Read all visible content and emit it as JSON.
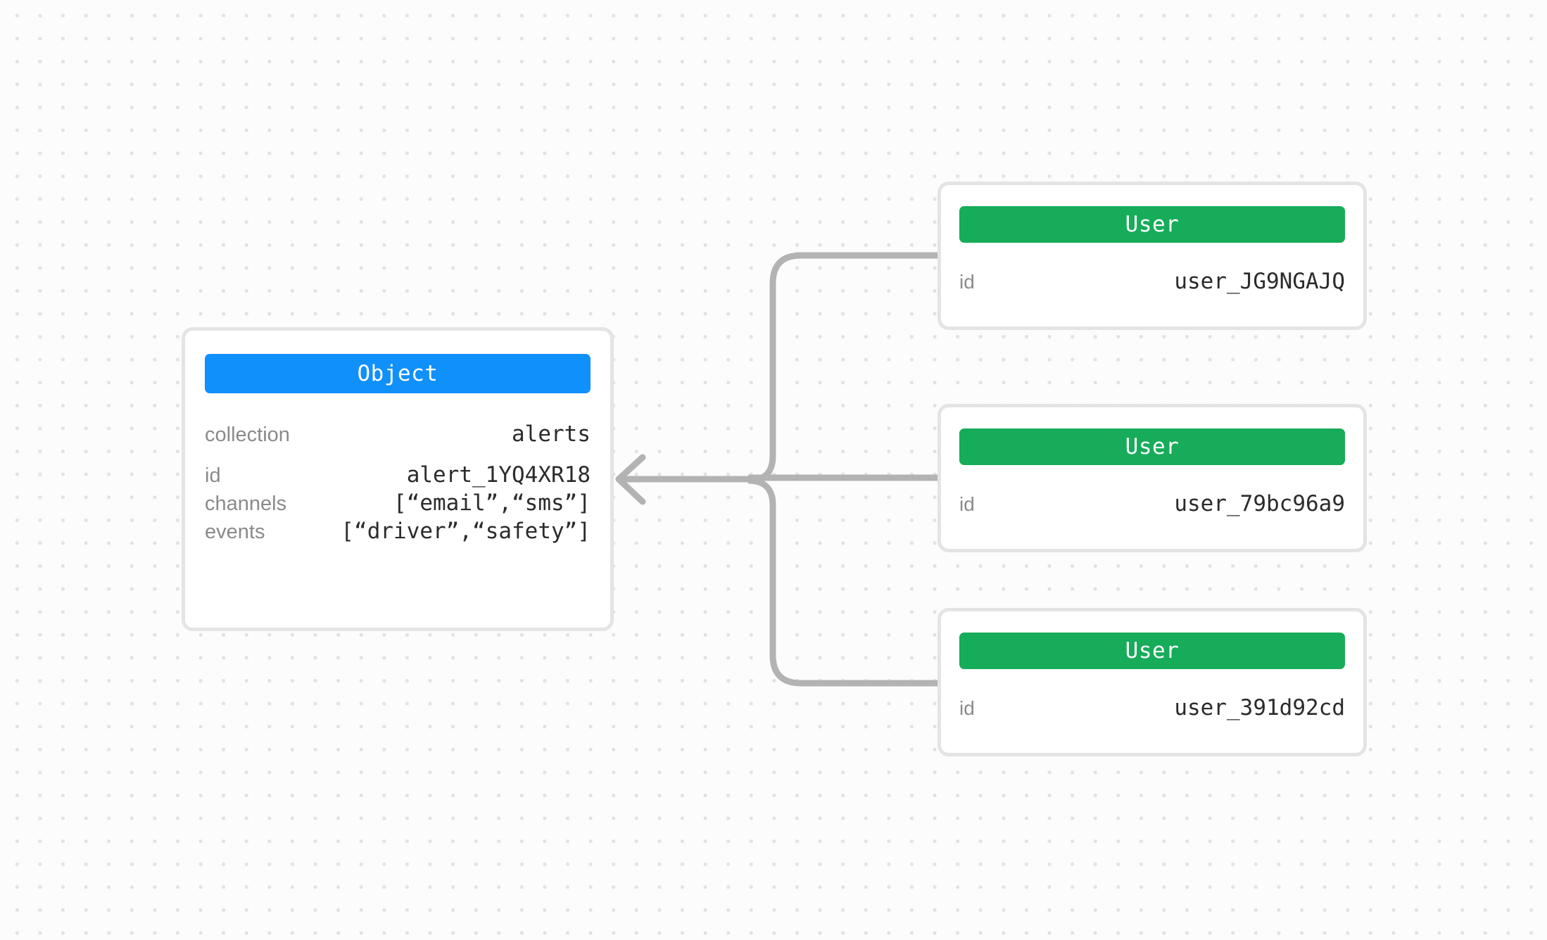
{
  "canvas": {
    "background_color": "#fcfcfc",
    "dot_color": "#e3e3e3",
    "connector_color": "#b3b3b3",
    "card_border_color": "#e4e4e4"
  },
  "object_node": {
    "header": {
      "label": "Object",
      "color": "#1090fb"
    },
    "primary_rows": [
      {
        "label": "collection",
        "value": "alerts"
      }
    ],
    "secondary_rows": [
      {
        "label": "id",
        "value": "alert_1YQ4XR18"
      },
      {
        "label": "channels",
        "value": "[“email”,“sms”]"
      },
      {
        "label": "events",
        "value": "[“driver”,“safety”]"
      }
    ]
  },
  "user_nodes": [
    {
      "header": {
        "label": "User",
        "color": "#16ac59"
      },
      "rows": [
        {
          "label": "id",
          "value": "user_JG9NGAJQ"
        }
      ]
    },
    {
      "header": {
        "label": "User",
        "color": "#16ac59"
      },
      "rows": [
        {
          "label": "id",
          "value": "user_79bc96a9"
        }
      ]
    },
    {
      "header": {
        "label": "User",
        "color": "#16ac59"
      },
      "rows": [
        {
          "label": "id",
          "value": "user_391d92cd"
        }
      ]
    }
  ],
  "connectors": [
    {
      "from": "user_nodes.0",
      "to": "object_node",
      "style": "elbow",
      "arrow": "arrowhead-left"
    },
    {
      "from": "user_nodes.1",
      "to": "object_node",
      "style": "straight",
      "arrow": "arrowhead-left"
    },
    {
      "from": "user_nodes.2",
      "to": "object_node",
      "style": "elbow",
      "arrow": "arrowhead-left"
    }
  ]
}
